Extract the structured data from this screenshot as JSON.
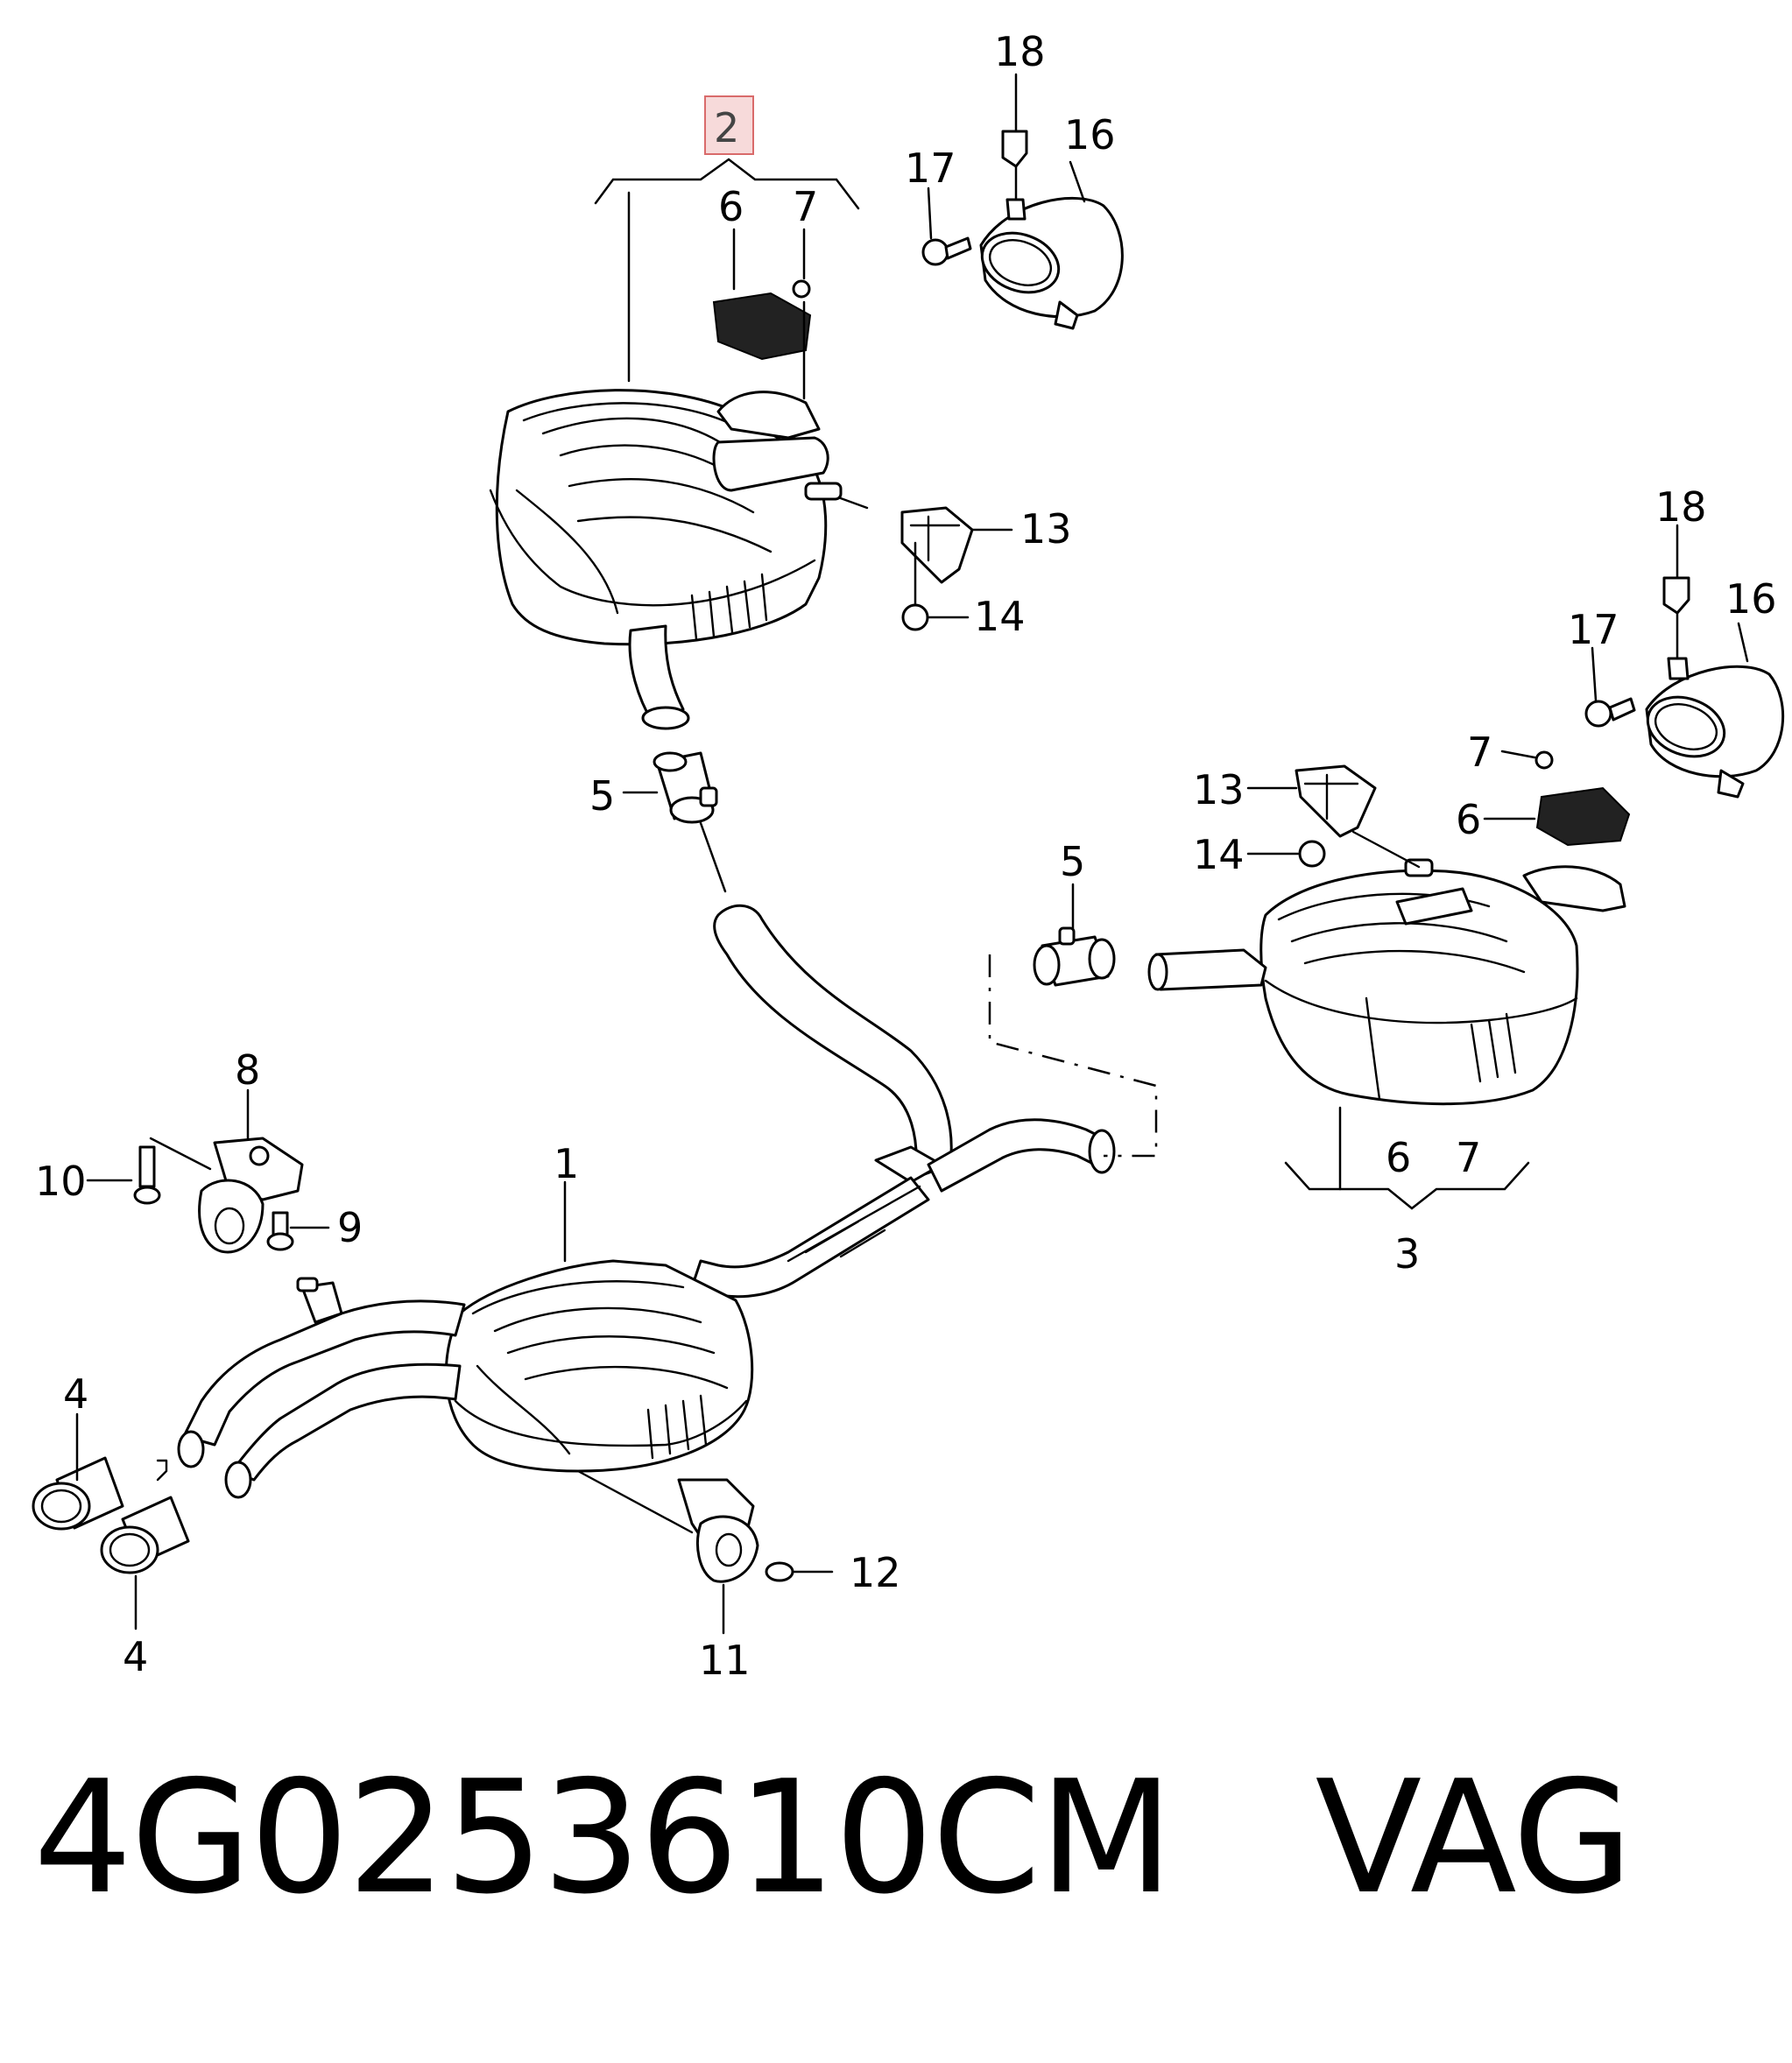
{
  "callouts": {
    "c1": "1",
    "c2": "2",
    "c3": "3",
    "c4a": "4",
    "c4b": "4",
    "c5a": "5",
    "c5b": "5",
    "c6a": "6",
    "c6b": "6",
    "c6c": "6",
    "c7a": "7",
    "c7b": "7",
    "c7c": "7",
    "c8": "8",
    "c9": "9",
    "c10": "10",
    "c11": "11",
    "c12": "12",
    "c13a": "13",
    "c13b": "13",
    "c14a": "14",
    "c14b": "14",
    "c16a": "16",
    "c16b": "16",
    "c17a": "17",
    "c17b": "17",
    "c18a": "18",
    "c18b": "18"
  },
  "highlighted_callout": "2",
  "caption": {
    "part_number": "4G0253610CM",
    "brand": "VAG"
  },
  "colors": {
    "highlight_fill": "#f7dada",
    "highlight_border": "#d96b6b"
  }
}
